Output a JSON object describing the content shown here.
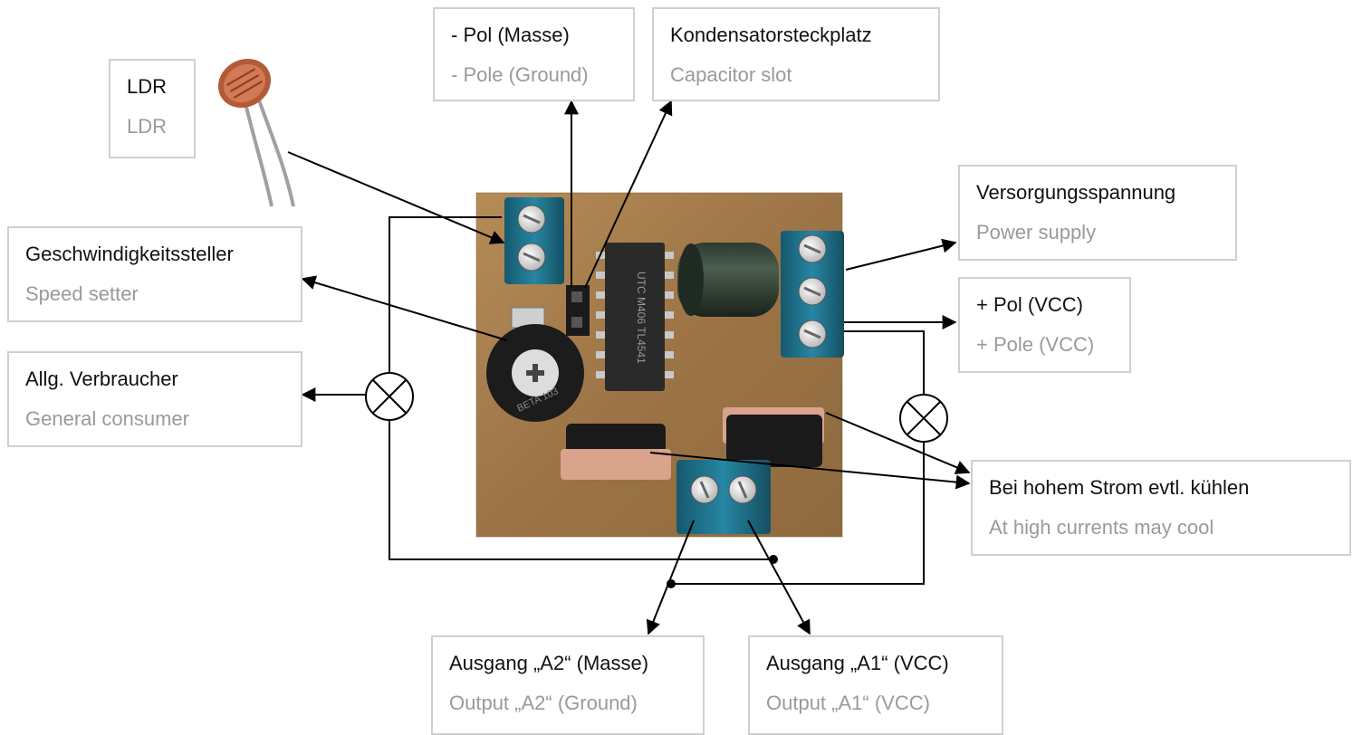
{
  "labels": {
    "ldr": {
      "de": "LDR",
      "en": "LDR"
    },
    "minus_pole": {
      "de": "- Pol (Masse)",
      "en": "- Pole (Ground)"
    },
    "capacitor": {
      "de": "Kondensatorsteckplatz",
      "en": "Capacitor slot"
    },
    "power_supply": {
      "de": "Versorgungsspannung",
      "en": "Power supply"
    },
    "plus_pole": {
      "de": "+ Pol (VCC)",
      "en": "+ Pole (VCC)"
    },
    "speed": {
      "de": "Geschwindigkeitssteller",
      "en": "Speed setter"
    },
    "consumer": {
      "de": "Allg. Verbraucher",
      "en": "General consumer"
    },
    "cooling": {
      "de": "Bei hohem Strom evtl. kühlen",
      "en": "At high currents may cool"
    },
    "output_a2": {
      "de": "Ausgang „A2“ (Masse)",
      "en": "Output „A2“ (Ground)"
    },
    "output_a1": {
      "de": "Ausgang „A1“ (VCC)",
      "en": "Output „A1“ (VCC)"
    }
  },
  "ic_marking": "UTC M406 TL4541",
  "pot_marking": "BETA 103",
  "colors": {
    "board": "#a17a4a",
    "terminal": "#1f6f88",
    "box_border": "#cfcfcf",
    "label_text": "#111111",
    "sub_text": "#9a9a9a",
    "wire": "#000000"
  }
}
